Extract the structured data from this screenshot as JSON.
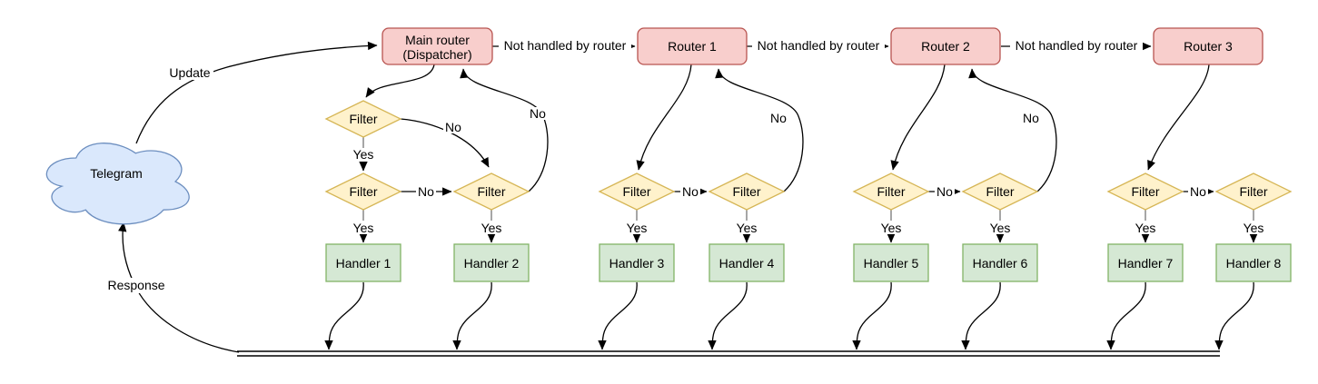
{
  "colors": {
    "router-fill": "#f8cecc",
    "router-stroke": "#b85450",
    "filter-fill": "#fff2cc",
    "filter-stroke": "#d6b656",
    "handler-fill": "#d5e8d4",
    "handler-stroke": "#82b366",
    "cloud-fill": "#dae8fc",
    "cloud-stroke": "#6c8ebf",
    "line": "#000000",
    "stub": "#7f7f7f",
    "text": "#000000",
    "background": "#ffffff"
  },
  "nodes": {
    "telegram": "Telegram",
    "main_router_line1": "Main router",
    "main_router_line2": "(Dispatcher)",
    "router1": "Router 1",
    "router2": "Router 2",
    "router3": "Router 3",
    "filter": "Filter",
    "handler1": "Handler 1",
    "handler2": "Handler 2",
    "handler3": "Handler 3",
    "handler4": "Handler 4",
    "handler5": "Handler 5",
    "handler6": "Handler 6",
    "handler7": "Handler 7",
    "handler8": "Handler 8"
  },
  "edge_labels": {
    "update": "Update",
    "response": "Response",
    "not_handled": "Not handled by router",
    "yes": "Yes",
    "no": "No"
  }
}
